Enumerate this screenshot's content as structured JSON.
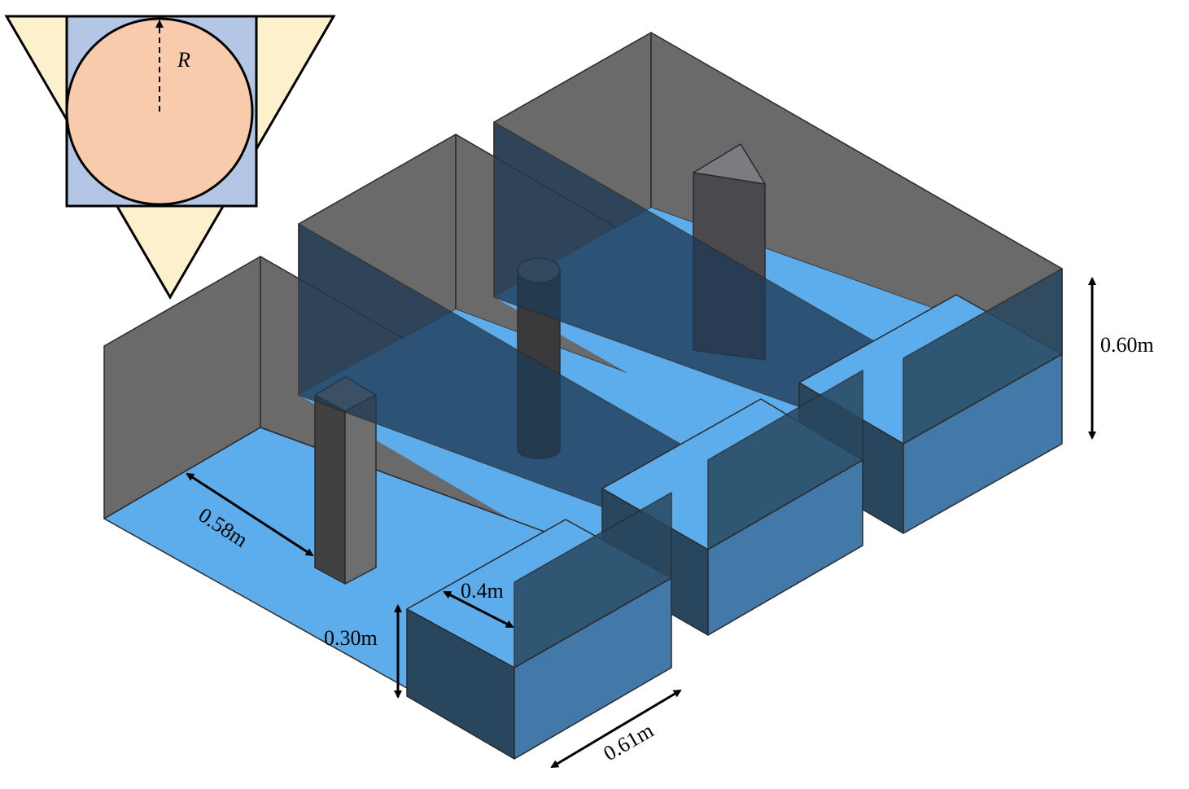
{
  "inset": {
    "radius_label": "R",
    "colors": {
      "triangle": "#fdf0cc",
      "square": "#b3c6e6",
      "circle": "#f7cbab"
    }
  },
  "dimensions": {
    "total_height": "0.60m",
    "water_depth": "0.30m",
    "obstacle_distance": "0.58m",
    "gap_length": "0.4m",
    "channel_width": "0.61m"
  },
  "colors": {
    "water": "#5dadec",
    "wall": "#6a6a6a",
    "glass": "#324b63",
    "block_front": "#4379a8",
    "block_side": "#28475f"
  }
}
